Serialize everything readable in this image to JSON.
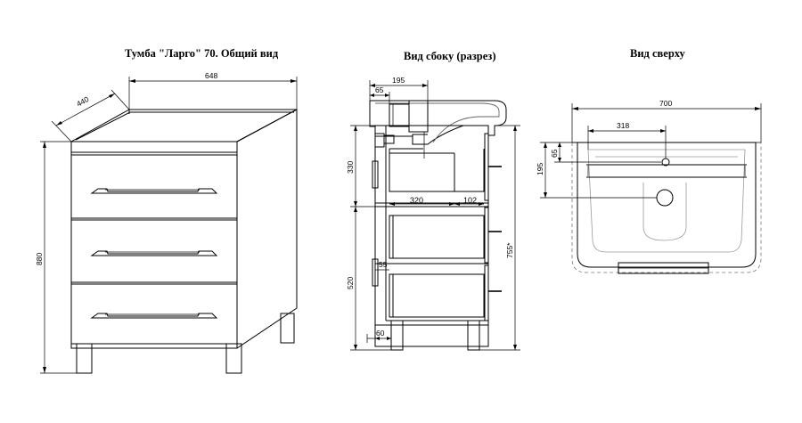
{
  "titles": {
    "general_view": "Тумба \"Ларго\" 70. Общий вид",
    "side_view": "Вид сбоку (разрез)",
    "top_view": "Вид сверху"
  },
  "dimensions": {
    "front_width": "648",
    "front_depth": "440",
    "front_height": "880",
    "side_top": "195",
    "side_top_offset": "65",
    "side_upper_height": "330",
    "side_lower_height": "520",
    "side_drawer_depth": "320",
    "side_drawer_gap": "102",
    "side_handle": "55",
    "side_leg": "60",
    "side_total_height": "755*",
    "top_width": "700",
    "top_drain": "318",
    "top_depth": "195",
    "top_offset": "65"
  }
}
